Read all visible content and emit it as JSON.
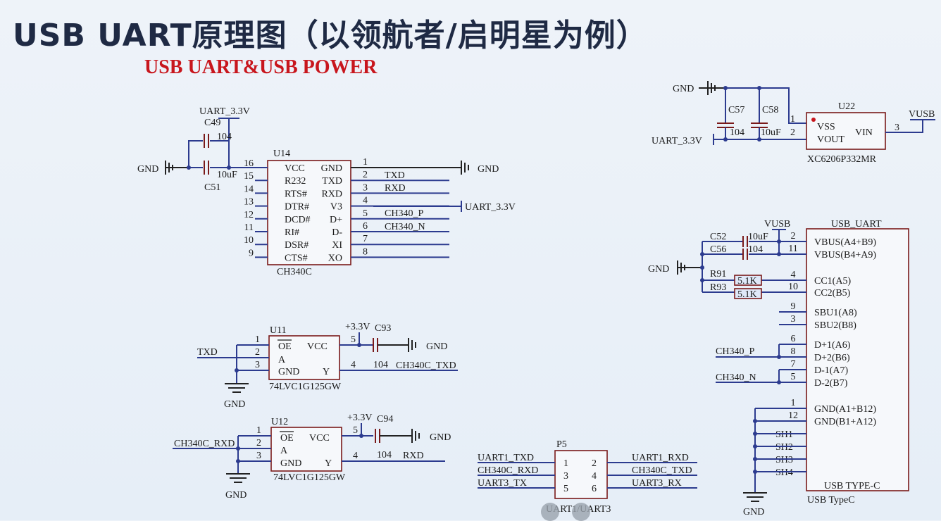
{
  "title": "USB UART原理图（以领航者/启明星为例）",
  "subtitle": "USB UART&USB POWER",
  "net_labels": {
    "uart_3v3": "UART_3.3V",
    "gnd": "GND",
    "vusb": "VUSB",
    "txd": "TXD",
    "rxd": "RXD",
    "ch340_p": "CH340_P",
    "ch340_n": "CH340_N",
    "p33v": "+3.3V",
    "ch340c_txd": "CH340C_TXD",
    "ch340c_rxd": "CH340C_RXD",
    "uart1_txd": "UART1_TXD",
    "uart1_rxd": "UART1_RXD",
    "uart3_tx": "UART3_TX",
    "uart3_rx": "UART3_RX"
  },
  "components": {
    "c49": {
      "ref": "C49",
      "value": "104"
    },
    "c51": {
      "ref": "C51",
      "value": "10uF"
    },
    "c57": {
      "ref": "C57",
      "value": "104"
    },
    "c58": {
      "ref": "C58",
      "value": "10uF"
    },
    "c52": {
      "ref": "C52",
      "value": "10uF"
    },
    "c56": {
      "ref": "C56",
      "value": "104"
    },
    "c93": {
      "ref": "C93",
      "value": "104"
    },
    "c94": {
      "ref": "C94",
      "value": "104"
    },
    "r91": {
      "ref": "R91",
      "value": "5.1K"
    },
    "r93": {
      "ref": "R93",
      "value": "5.1K"
    },
    "u14": {
      "ref": "U14",
      "part": "CH340C",
      "left_pins": [
        [
          "16",
          "VCC"
        ],
        [
          "15",
          "R232"
        ],
        [
          "14",
          "RTS#"
        ],
        [
          "13",
          "DTR#"
        ],
        [
          "12",
          "DCD#"
        ],
        [
          "11",
          "RI#"
        ],
        [
          "10",
          "DSR#"
        ],
        [
          "9",
          "CTS#"
        ]
      ],
      "right_pins": [
        [
          "1",
          "GND"
        ],
        [
          "2",
          "TXD"
        ],
        [
          "3",
          "RXD"
        ],
        [
          "4",
          "V3"
        ],
        [
          "5",
          "D+"
        ],
        [
          "6",
          "D-"
        ],
        [
          "7",
          "XI"
        ],
        [
          "8",
          "XO"
        ]
      ]
    },
    "u22": {
      "ref": "U22",
      "part": "XC6206P332MR",
      "pins": [
        [
          "1",
          "VSS"
        ],
        [
          "2",
          "VOUT"
        ],
        [
          "3",
          "VIN"
        ]
      ]
    },
    "u11": {
      "ref": "U11",
      "part": "74LVC1G125GW",
      "pins": [
        [
          "1",
          "OE"
        ],
        [
          "2",
          "A"
        ],
        [
          "3",
          "GND"
        ],
        [
          "4",
          "Y"
        ],
        [
          "5",
          "VCC"
        ]
      ]
    },
    "u12": {
      "ref": "U12",
      "part": "74LVC1G125GW",
      "pins": [
        [
          "1",
          "OE"
        ],
        [
          "2",
          "A"
        ],
        [
          "3",
          "GND"
        ],
        [
          "4",
          "Y"
        ],
        [
          "5",
          "VCC"
        ]
      ]
    },
    "p5": {
      "ref": "P5",
      "part": "UART1/UART3",
      "pins": [
        "1",
        "2",
        "3",
        "4",
        "5",
        "6"
      ]
    },
    "usb": {
      "ref": "USB_UART",
      "part": "USB TypeC",
      "body_label": "USB TYPE-C",
      "pins": [
        [
          "2",
          "VBUS(A4+B9)"
        ],
        [
          "11",
          "VBUS(B4+A9)"
        ],
        [
          "4",
          "CC1(A5)"
        ],
        [
          "10",
          "CC2(B5)"
        ],
        [
          "9",
          "SBU1(A8)"
        ],
        [
          "3",
          "SBU2(B8)"
        ],
        [
          "6",
          "D+1(A6)"
        ],
        [
          "8",
          "D+2(B6)"
        ],
        [
          "7",
          "D-1(A7)"
        ],
        [
          "5",
          "D-2(B7)"
        ],
        [
          "1",
          "GND(A1+B12)"
        ],
        [
          "12",
          "GND(B1+A12)"
        ],
        [
          "",
          "SH1"
        ],
        [
          "",
          "SH2"
        ],
        [
          "",
          "SH3"
        ],
        [
          "",
          "SH4"
        ]
      ]
    }
  },
  "video_controls": [
    "pen-icon",
    "screen-icon"
  ]
}
